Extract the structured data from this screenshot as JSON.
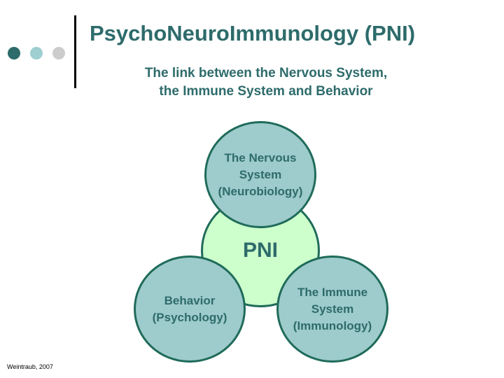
{
  "header": {
    "title": "PsychoNeuroImmunology (PNI)",
    "subtitle_line1": "The link between the Nervous System,",
    "subtitle_line2": "the Immune System and Behavior"
  },
  "diagram": {
    "center": {
      "label": "PNI",
      "fill": "#ccffcc"
    },
    "nodes": [
      {
        "line1": "The Nervous",
        "line2": "System",
        "line3": "(Neurobiology)"
      },
      {
        "line1": "Behavior",
        "line2": "(Psychology)"
      },
      {
        "line1": "The Immune",
        "line2": "System",
        "line3": "(Immunology)"
      }
    ],
    "node_fill": "#9ecbcb",
    "border_color": "#1f6b5a",
    "text_color": "#2e6b6b"
  },
  "footer": {
    "credit": "Weintraub, 2007"
  },
  "decorations": {
    "dots": [
      "#2e6b6b",
      "#9ecfd1",
      "#cccccc"
    ]
  }
}
